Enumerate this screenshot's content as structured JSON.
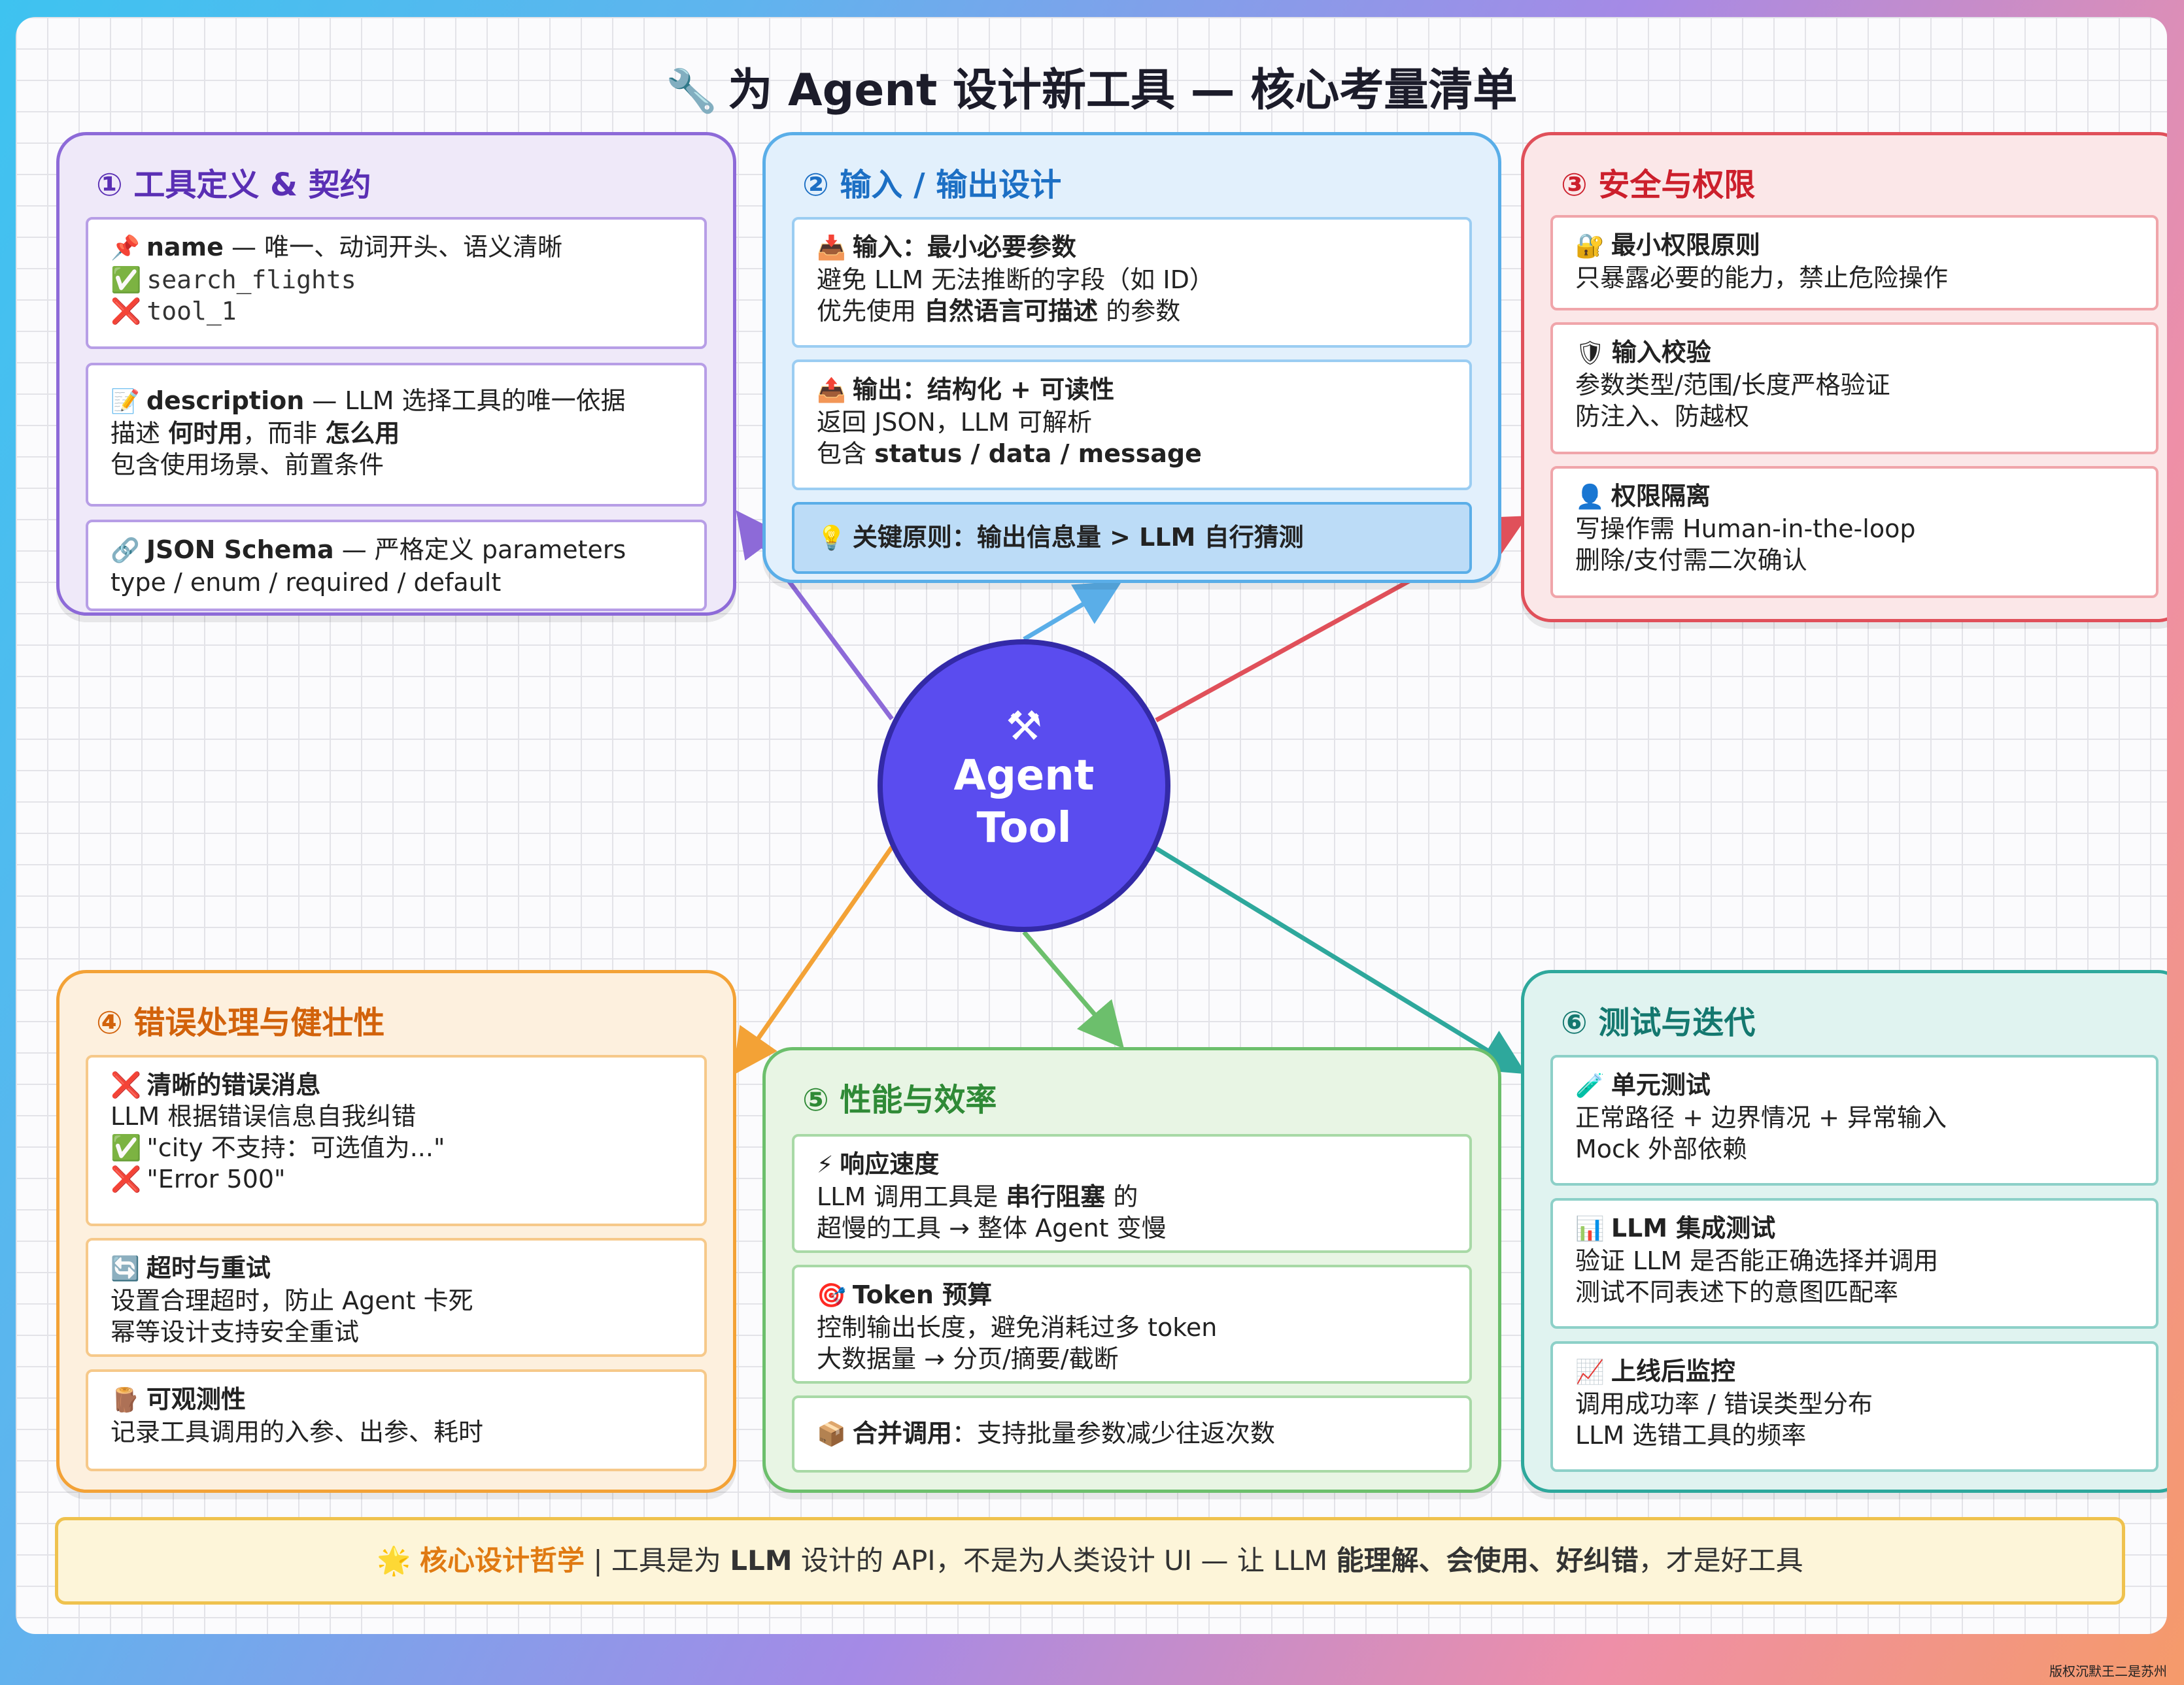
{
  "title": {
    "icon": "wrench-icon",
    "text": "为 Agent 设计新工具 — 核心考量清单"
  },
  "hub": {
    "icon": "hammer-wrench-icon",
    "line1": "Agent",
    "line2": "Tool"
  },
  "colors": {
    "purple": "#8d6ad8",
    "blue": "#5aaee8",
    "red": "#e0505a",
    "orange": "#f3a236",
    "green": "#6cbf6c",
    "teal": "#2ea89c",
    "hub": "#5a4cef"
  },
  "sections": {
    "s1": {
      "title": "① 工具定义 & 契约",
      "i1": {
        "title": "name",
        "rest": " — 唯一、动词开头、语义清晰",
        "good": "search_flights",
        "bad": "tool_1"
      },
      "i2": {
        "title": "description",
        "rest": " — LLM 选择工具的唯一依据",
        "l1a": "描述 ",
        "l1b": "何时用",
        "l1c": "，而非 ",
        "l1d": "怎么用",
        "l2": "包含使用场景、前置条件"
      },
      "i3": {
        "title": "JSON Schema",
        "rest": " — 严格定义 parameters",
        "l1": "type / enum / required / default"
      }
    },
    "s2": {
      "title": "② 输入 / 输出设计",
      "i1": {
        "title": "输入：最小必要参数",
        "l1": "避免 LLM 无法推断的字段（如 ID）",
        "l2a": "优先使用 ",
        "l2b": "自然语言可描述",
        "l2c": " 的参数"
      },
      "i2": {
        "title": "输出：结构化 + 可读性",
        "l1": "返回 JSON，LLM 可解析",
        "l2a": "包含 ",
        "l2b": "status / data / message"
      },
      "i3": {
        "title": "关键原则：输出信息量 > LLM 自行猜测"
      }
    },
    "s3": {
      "title": "③ 安全与权限",
      "i1": {
        "title": "最小权限原则",
        "l1": "只暴露必要的能力，禁止危险操作"
      },
      "i2": {
        "title": "输入校验",
        "l1": "参数类型/范围/长度严格验证",
        "l2": "防注入、防越权"
      },
      "i3": {
        "title": "权限隔离",
        "l1": "写操作需 Human-in-the-loop",
        "l2": "删除/支付需二次确认"
      }
    },
    "s4": {
      "title": "④ 错误处理与健壮性",
      "i1": {
        "title": "清晰的错误消息",
        "l1": "LLM 根据错误信息自我纠错",
        "good": "\"city 不支持：可选值为...\"",
        "bad": "\"Error 500\""
      },
      "i2": {
        "title": "超时与重试",
        "l1": "设置合理超时，防止 Agent 卡死",
        "l2": "幂等设计支持安全重试"
      },
      "i3": {
        "title": "可观测性",
        "l1": "记录工具调用的入参、出参、耗时"
      }
    },
    "s5": {
      "title": "⑤ 性能与效率",
      "i1": {
        "title": "响应速度",
        "l1a": "LLM 调用工具是 ",
        "l1b": "串行阻塞",
        "l1c": " 的",
        "l2": "超慢的工具 → 整体 Agent 变慢"
      },
      "i2": {
        "title": "Token 预算",
        "l1": "控制输出长度，避免消耗过多 token",
        "l2": "大数据量 → 分页/摘要/截断"
      },
      "i3": {
        "title": "合并调用",
        "rest": "：支持批量参数减少往返次数"
      }
    },
    "s6": {
      "title": "⑥ 测试与迭代",
      "i1": {
        "title": "单元测试",
        "l1": "正常路径 + 边界情况 + 异常输入",
        "l2": "Mock 外部依赖"
      },
      "i2": {
        "title": "LLM 集成测试",
        "l1": "验证 LLM 是否能正确选择并调用",
        "l2": "测试不同表述下的意图匹配率"
      },
      "i3": {
        "title": "上线后监控",
        "l1": "调用成功率 / 错误类型分布",
        "l2": "LLM 选错工具的频率"
      }
    }
  },
  "banner": {
    "icon": "sparkle-icon",
    "key": "核心设计哲学",
    "a": " | 工具是为 ",
    "b": "LLM",
    "c": " 设计的 API，不是为人类设计 UI — 让 LLM ",
    "d": "能理解、会使用、好纠错",
    "e": "，才是好工具"
  },
  "watermark": "版权沉默王二是苏州"
}
